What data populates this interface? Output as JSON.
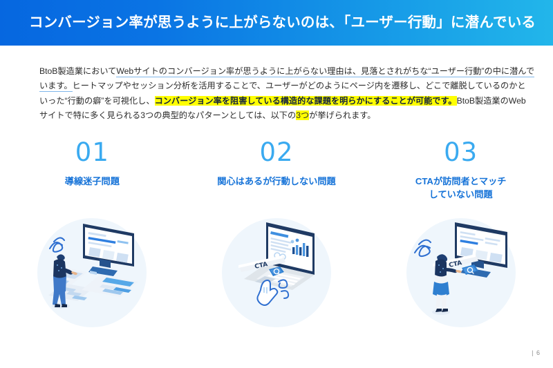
{
  "header": {
    "title": "コンバージョン率が思うように上がらないのは、「ユーザー行動」に潜んでいる",
    "gradient_start": "#0667e0",
    "gradient_end": "#22b6ea"
  },
  "body": {
    "line1_plain": "BtoB製造業において",
    "line1_underlined": "Webサイトのコンバージョン率が思うように上がらない理由は、見落とされがちな“ユーザー行動”の中に潜んで",
    "line2_underlined": "います。",
    "line2_plain": "ヒートマップやセッション分析を活用することで、ユーザーがどのようにページ内を遷移し、どこで離脱しているのかと",
    "line3_pre": "いった“行動の癖”を可視化し、",
    "line3_highlight": "コンバージョン率を阻害している構造的な課題を明らかにすることが可能です。",
    "line3_post": "BtoB製造業のWeb",
    "line4_pre": "サイトで特に多く見られる3つの典型的なパターンとしては、以下の",
    "line4_highlight": "3つ",
    "line4_post": "が挙げられます。",
    "highlight_color": "#ffff00",
    "text_color": "#2b2b2b"
  },
  "columns": [
    {
      "number": "01",
      "label": "導線迷子問題",
      "illustration": "person-monitor-confused-illustration"
    },
    {
      "number": "02",
      "label": "関心はあるが行動しない問題",
      "illustration": "laptop-cta-cursor-illustration"
    },
    {
      "number": "03",
      "label": "CTAが訪問者とマッチ\nしていない問題",
      "illustration": "person-cta-monitor-illustration"
    }
  ],
  "accent": {
    "number_color": "#3aaaf0",
    "label_color": "#1673d8",
    "disc_color": "#eff6fc"
  },
  "footer": {
    "page_number": "| 6"
  }
}
